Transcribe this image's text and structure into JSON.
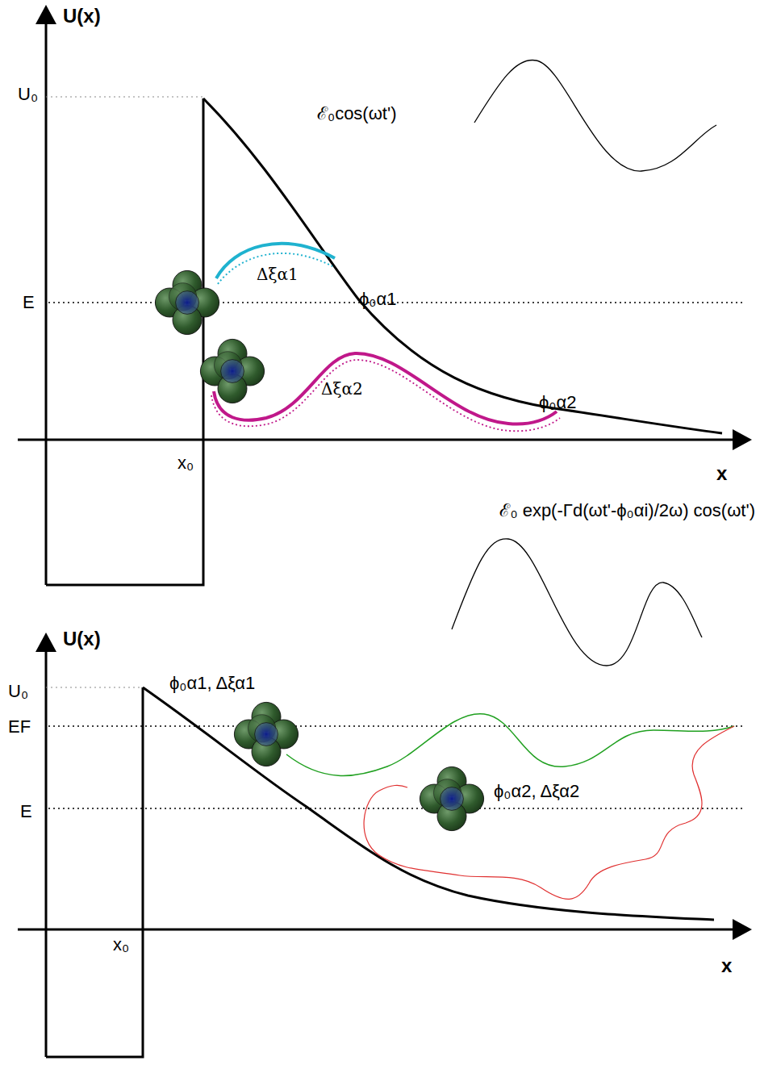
{
  "diagram": {
    "labels": [
      "U(x)",
      "U₀",
      "E",
      "x₀",
      "x",
      "ℰ₀cos(ωt')",
      "Δξα1",
      "ϕ₀α1",
      "Δξα2",
      "ϕ₀α2",
      "ℰ₀ exp(-Γd(ωt'-ϕ₀αi)/2ω) cos(ωt')",
      "U(x)",
      "U₀",
      "EF",
      "E",
      "ϕ₀α1, Δξα1",
      "ϕ₀α2, Δξα2",
      "x₀",
      "x"
    ]
  }
}
